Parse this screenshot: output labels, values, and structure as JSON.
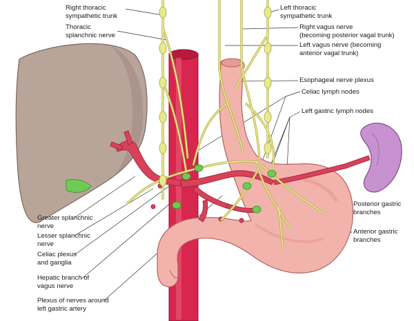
{
  "labels": {
    "right_thoracic_trunk": [
      "Right thoracic",
      "sympathetic trunk"
    ],
    "thoracic_splanchnic": [
      "Thoracic",
      "splanchnic nerve"
    ],
    "left_thoracic_trunk": [
      "Left thoracic",
      "sympathetic trunk"
    ],
    "right_vagus": [
      "Right vagus nerve",
      "(becoming posterior vagal trunk)"
    ],
    "left_vagus": [
      "Left vagus nerve (becoming",
      "anterior vagal trunk)"
    ],
    "esophageal_plexus": [
      "Esophageal nerve plexus"
    ],
    "celiac_lymph": [
      "Celiac lymph nodes"
    ],
    "left_gastric_lymph": [
      "Left gastric lymph nodes"
    ],
    "posterior_gastric": [
      "Posterior gastric",
      "branches"
    ],
    "anterior_gastric": [
      "Anterior gastric",
      "branches"
    ],
    "greater_splanchnic": [
      "Greater splanchnic",
      "nerve"
    ],
    "lesser_splanchnic": [
      "Lesser splanchnic",
      "nerve"
    ],
    "celiac_plexus": [
      "Celiac plexus",
      "and ganglia"
    ],
    "hepatic_branch": [
      "Hepatic branch of",
      "vagus nerve"
    ],
    "plexus_left_gastric": [
      "Plexus of nerves around",
      "left gastric artery"
    ]
  },
  "colors": {
    "liver": "#b9a49a",
    "liver_edge": "#7a665c",
    "aorta": "#d8264e",
    "stomach": "#f3b3ad",
    "nerve": "#e9ea8f",
    "nerve_edge": "#a8a23a",
    "spleen": "#c792cf",
    "lymph_node": "#6ecb52",
    "artery": "#d9415a"
  }
}
